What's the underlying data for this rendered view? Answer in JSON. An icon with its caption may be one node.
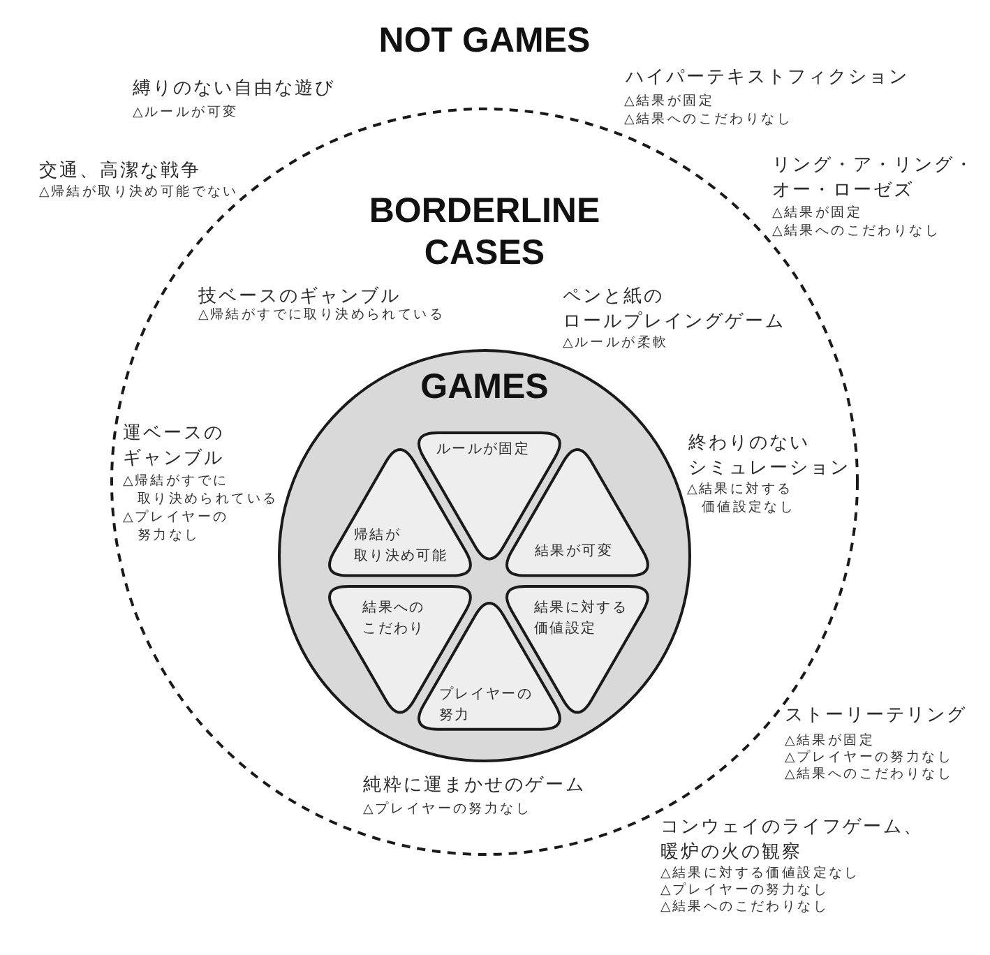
{
  "diagram": {
    "nodes": [
      {
        "text": [
          "BORDERLINE CASES"
        ]
      },
      {
        "text": [
          "GAMES"
        ],
        "in": 0
      },
      {
        "text": [
          "ルールが固定"
        ],
        "in": 1
      },
      {
        "text": [
          "帰結が取り決め可能"
        ],
        "in": 1
      },
      {
        "text": [
          "結果が可変"
        ],
        "in": 1
      },
      {
        "text": [
          "結果へのこだわり"
        ],
        "in": 1
      },
      {
        "text": [
          "結果に対する価値設定"
        ],
        "in": 1
      },
      {
        "text": [
          "プレイヤーの努力"
        ],
        "in": 1
      }
    ],
    "labels": [
      "NOT GAMES",
      "縛りのない自由な遊び",
      "△ルールが可変",
      "ハイパーテキストフィクション",
      "△結果が固定",
      "△結果へのこだわりなし",
      "交通、高潔な戦争",
      "△帰結が取り決め可能でない",
      "リング・ア・リング・オー・ローゼズ",
      "△結果が固定",
      "△結果へのこだわりなし",
      "技ベースのギャンブル",
      "△帰結がすでに取り決められている",
      "ペンと紙のロールプレイングゲーム",
      "△ルールが柔軟",
      "運ベースのギャンブル",
      "△帰結がすでに取り決められている",
      "△プレイヤーの努力なし",
      "終わりのないシミュレーション",
      "△結果に対する価値設定なし",
      "ストーリーテリング",
      "△結果が固定",
      "△プレイヤーの努力なし",
      "△結果へのこだわりなし",
      "純粋に運まかせのゲーム",
      "△プレイヤーの努力なし",
      "コンウェイのライフゲーム、暖炉の火の観察",
      "△結果に対する価値設定なし",
      "△プレイヤーの努力なし",
      "△結果へのこだわりなし"
    ]
  }
}
